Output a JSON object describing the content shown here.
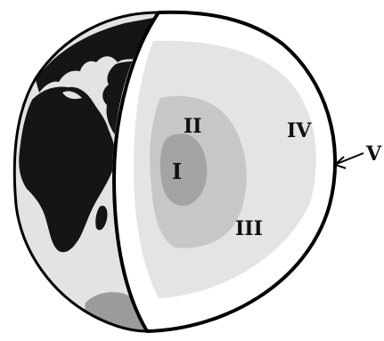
{
  "diagram": {
    "layer_labels": {
      "inner_core": "I",
      "outer_core": "II",
      "lower_mantle": "III",
      "upper_mantle": "IV",
      "crust": "V"
    },
    "colors": {
      "ocean": "#e3e3e3",
      "land": "#151515",
      "antarctica": "#9b9b9b",
      "crust": "#ffffff",
      "mantle": "#e4e4e4",
      "outer_core": "#c7c7c7",
      "inner_core": "#a4a4a4",
      "outline": "#000000"
    }
  }
}
